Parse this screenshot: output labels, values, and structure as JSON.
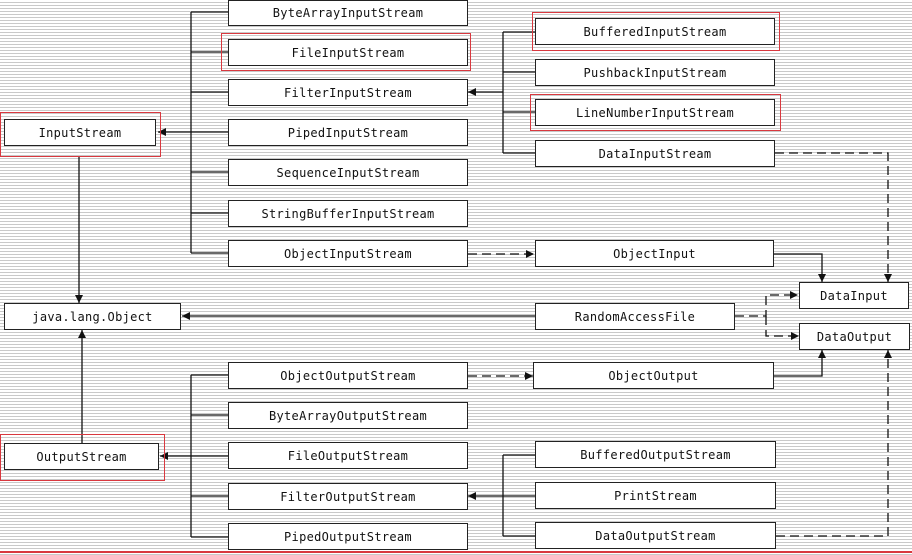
{
  "nodes": {
    "inputstream": "InputStream",
    "object": "java.lang.Object",
    "outputstream": "OutputStream",
    "bytearrayinputstream": "ByteArrayInputStream",
    "fileinputstream": "FileInputStream",
    "filterinputstream": "FilterInputStream",
    "pipedinputstream": "PipedInputStream",
    "sequenceinputstream": "SequenceInputStream",
    "stringbufferinputstream": "StringBufferInputStream",
    "objectinputstream": "ObjectInputStream",
    "bufferedinputstream": "BufferedInputStream",
    "pushbackinputstream": "PushbackInputStream",
    "linenumberinputstream": "LineNumberInputStream",
    "datainputstream": "DataInputStream",
    "objectinput": "ObjectInput",
    "randomaccessfile": "RandomAccessFile",
    "datainput": "DataInput",
    "dataoutput": "DataOutput",
    "objectoutputstream": "ObjectOutputStream",
    "objectoutput": "ObjectOutput",
    "bytearrayoutputstream": "ByteArrayOutputStream",
    "fileoutputstream": "FileOutputStream",
    "filteroutputstream": "FilterOutputStream",
    "pipedoutputstream": "PipedOutputStream",
    "bufferedoutputstream": "BufferedOutputStream",
    "printstream": "PrintStream",
    "dataoutputstream": "DataOutputStream"
  },
  "colors": {
    "highlight": "#d9383f",
    "line": "#111111",
    "stripe": "#c9c9c9"
  }
}
